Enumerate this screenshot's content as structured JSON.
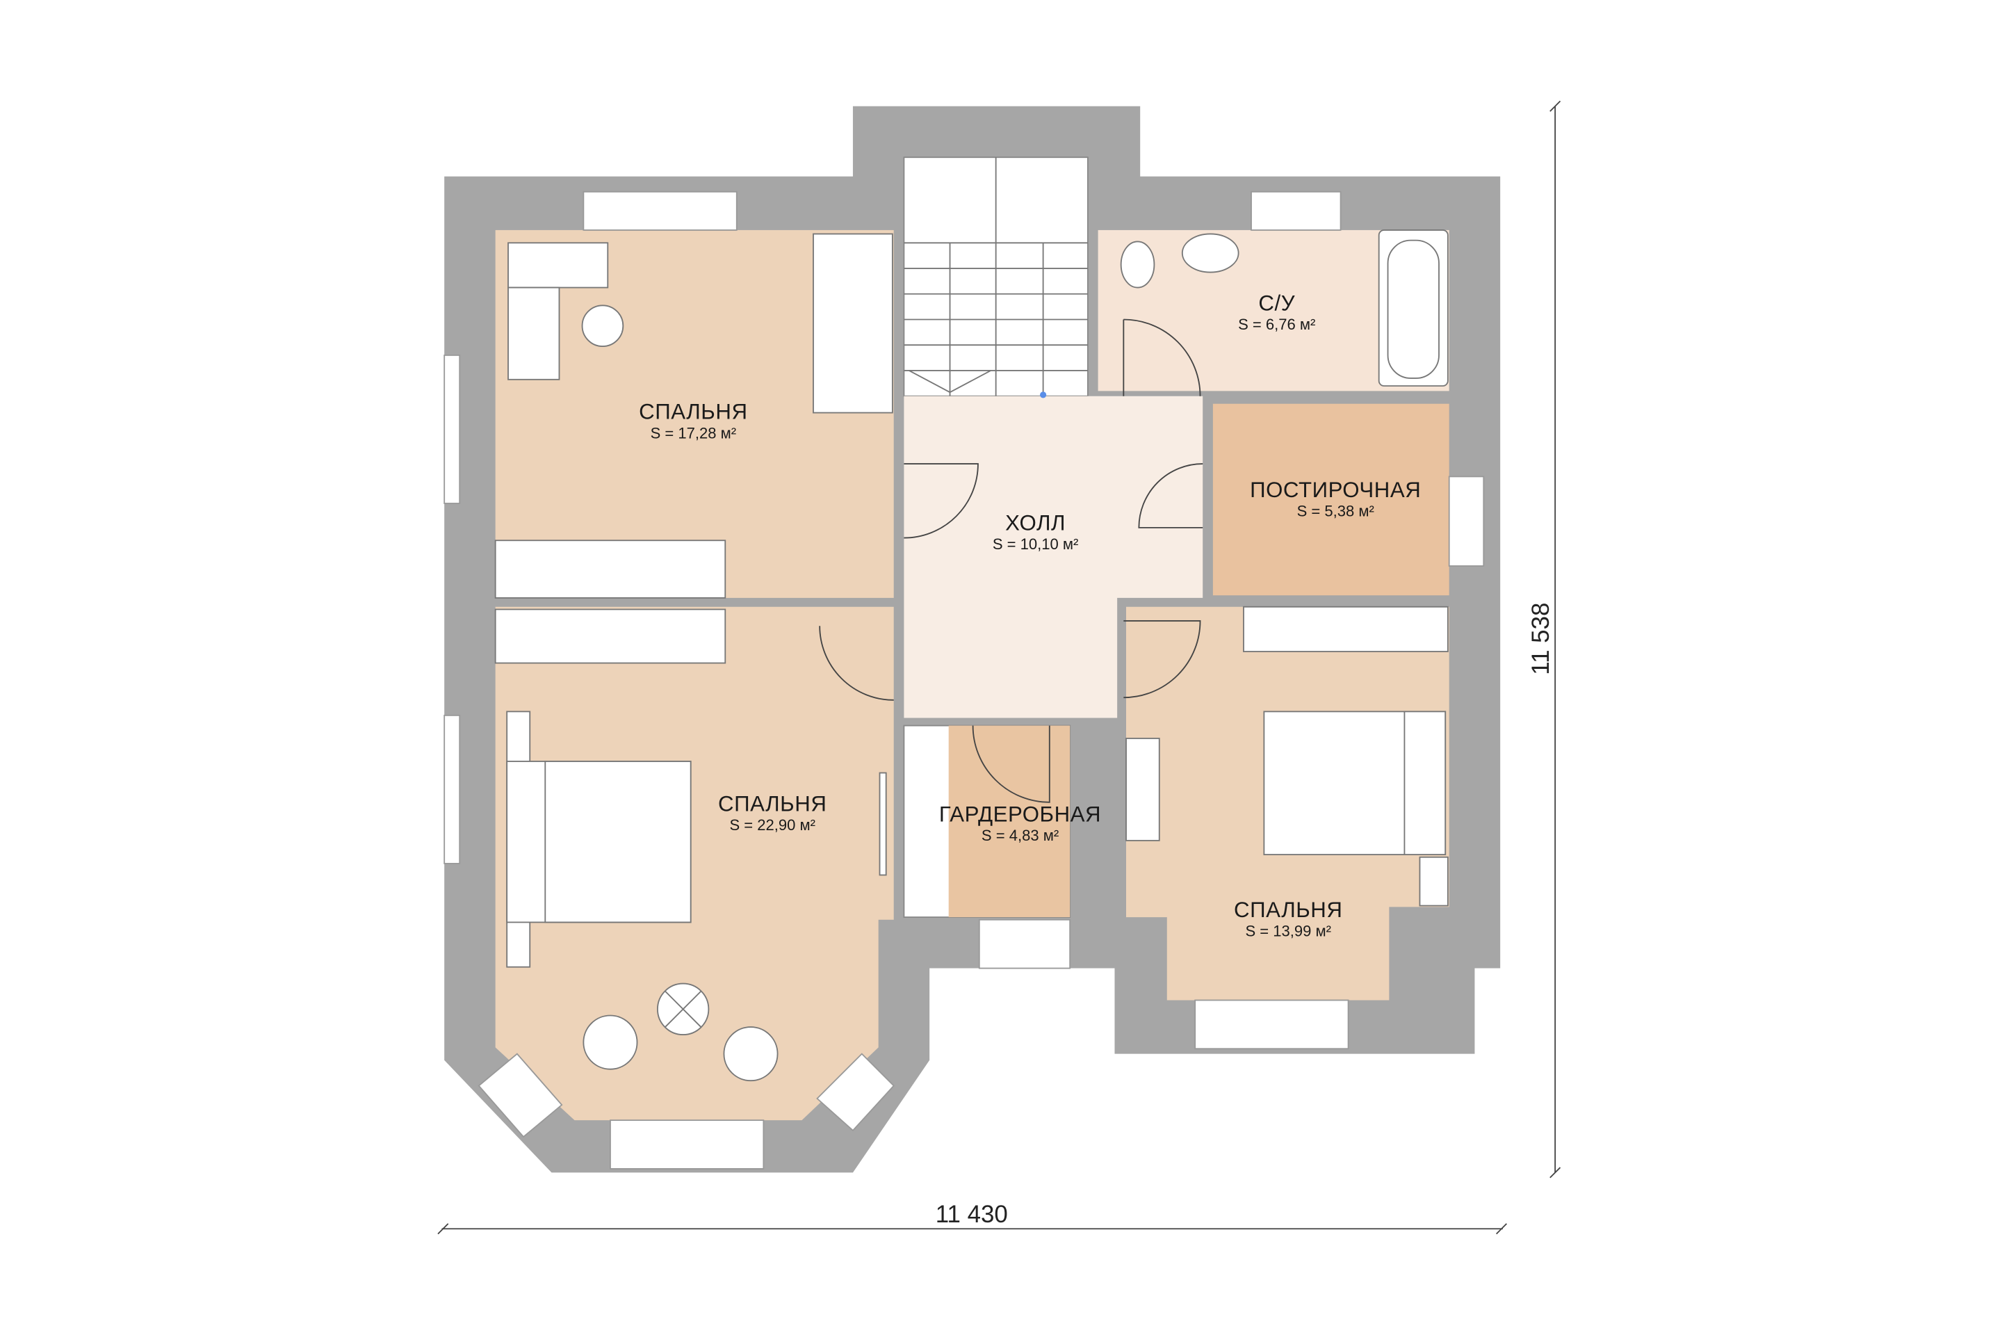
{
  "plan": {
    "rooms": [
      {
        "name": "СПАЛЬНЯ",
        "area": "S = 17,28 м²"
      },
      {
        "name": "ХОЛЛ",
        "area": "S = 10,10 м²"
      },
      {
        "name": "С/У",
        "area": "S = 6,76 м²"
      },
      {
        "name": "ПОСТИРОЧНАЯ",
        "area": "S = 5,38 м²"
      },
      {
        "name": "СПАЛЬНЯ",
        "area": "S = 22,90 м²"
      },
      {
        "name": "ГАРДЕРОБНАЯ",
        "area": "S = 4,83 м²"
      },
      {
        "name": "СПАЛЬНЯ",
        "area": "S = 13,99 м²"
      }
    ],
    "dimensions": {
      "width": "11 430",
      "height": "11 538"
    },
    "colors": {
      "wall": "#a6a6a6",
      "bedroom": "#edd3b9",
      "hall": "#f8ede4",
      "bath": "#f6e4d6",
      "laundry": "#e9c29f",
      "wardrobe": "#e9c5a2"
    }
  }
}
